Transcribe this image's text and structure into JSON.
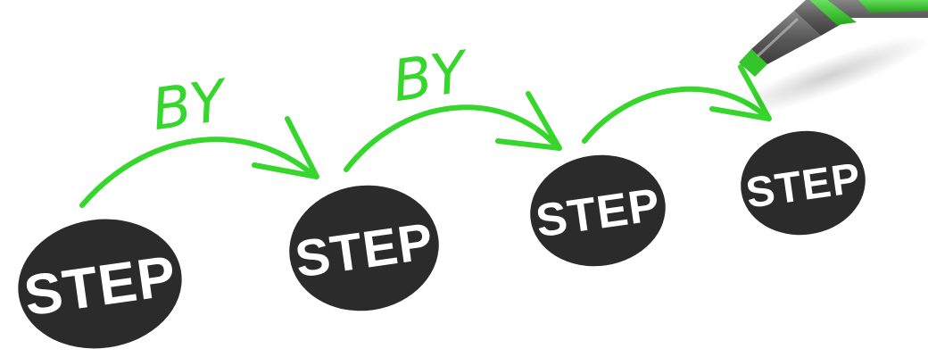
{
  "steps": [
    {
      "label": "STEP"
    },
    {
      "label": "STEP"
    },
    {
      "label": "STEP"
    },
    {
      "label": "STEP"
    }
  ],
  "connectors": [
    {
      "label": "BY"
    },
    {
      "label": "BY"
    }
  ],
  "colors": {
    "background": "#ffffff",
    "step_fill": "#2b2b2b",
    "step_text": "#ffffff",
    "arrow_green": "#36d62c",
    "pen_body": "#5a5a5a",
    "pen_accent": "#34c52a"
  },
  "icons": {
    "pen": "green-marker-pen-icon",
    "arrow": "curved-arrow-icon"
  }
}
